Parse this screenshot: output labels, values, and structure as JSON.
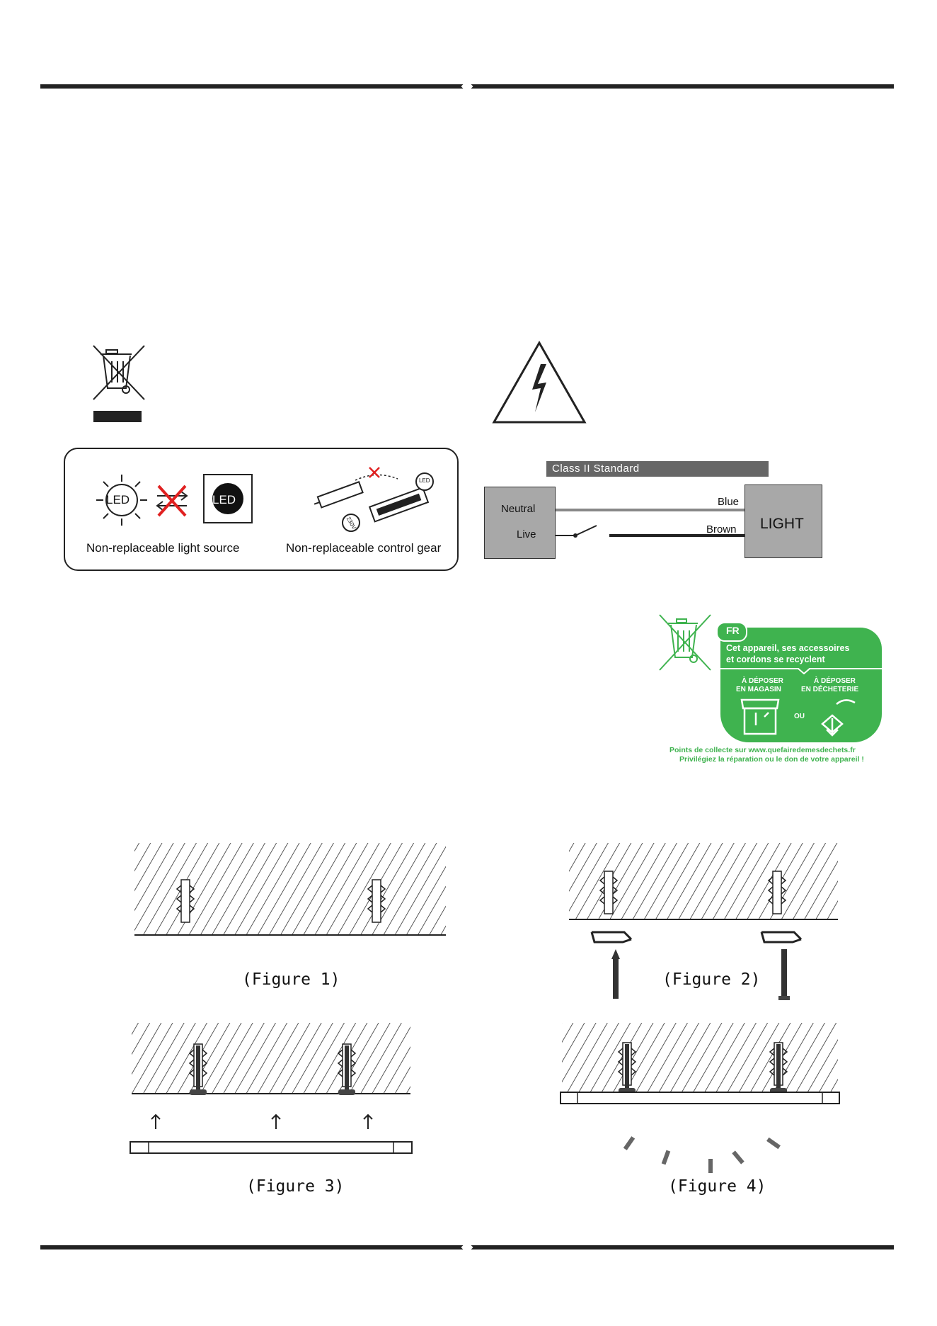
{
  "panel": {
    "led_label": "LED",
    "light_source_caption": "Non-replaceable light source",
    "control_gear_caption": "Non-replaceable control gear",
    "voltage_label": "230V"
  },
  "wiring": {
    "standard_label": "Class II Standard",
    "neutral_label": "Neutral",
    "live_label": "Live",
    "blue_label": "Blue",
    "brown_label": "Brown",
    "light_label": "LIGHT"
  },
  "recycling": {
    "country": "FR",
    "headline_1": "Cet appareil, ses accessoires",
    "headline_2": "et cordons  se recyclent",
    "store_1": "À DÉPOSER",
    "store_2": "EN MAGASIN",
    "dump_1": "À DÉPOSER",
    "dump_2": "EN DÉCHETERIE",
    "or": "OU",
    "footer_1": "Points de collecte sur www.quefairedemesdechets.fr",
    "footer_2": "Privilégiez la réparation ou le don de votre appareil !",
    "accent_color": "#3fb34f"
  },
  "figures": {
    "fig1": "(Figure 1)",
    "fig2": "(Figure 2)",
    "fig3": "(Figure 3)",
    "fig4": "(Figure 4)"
  }
}
